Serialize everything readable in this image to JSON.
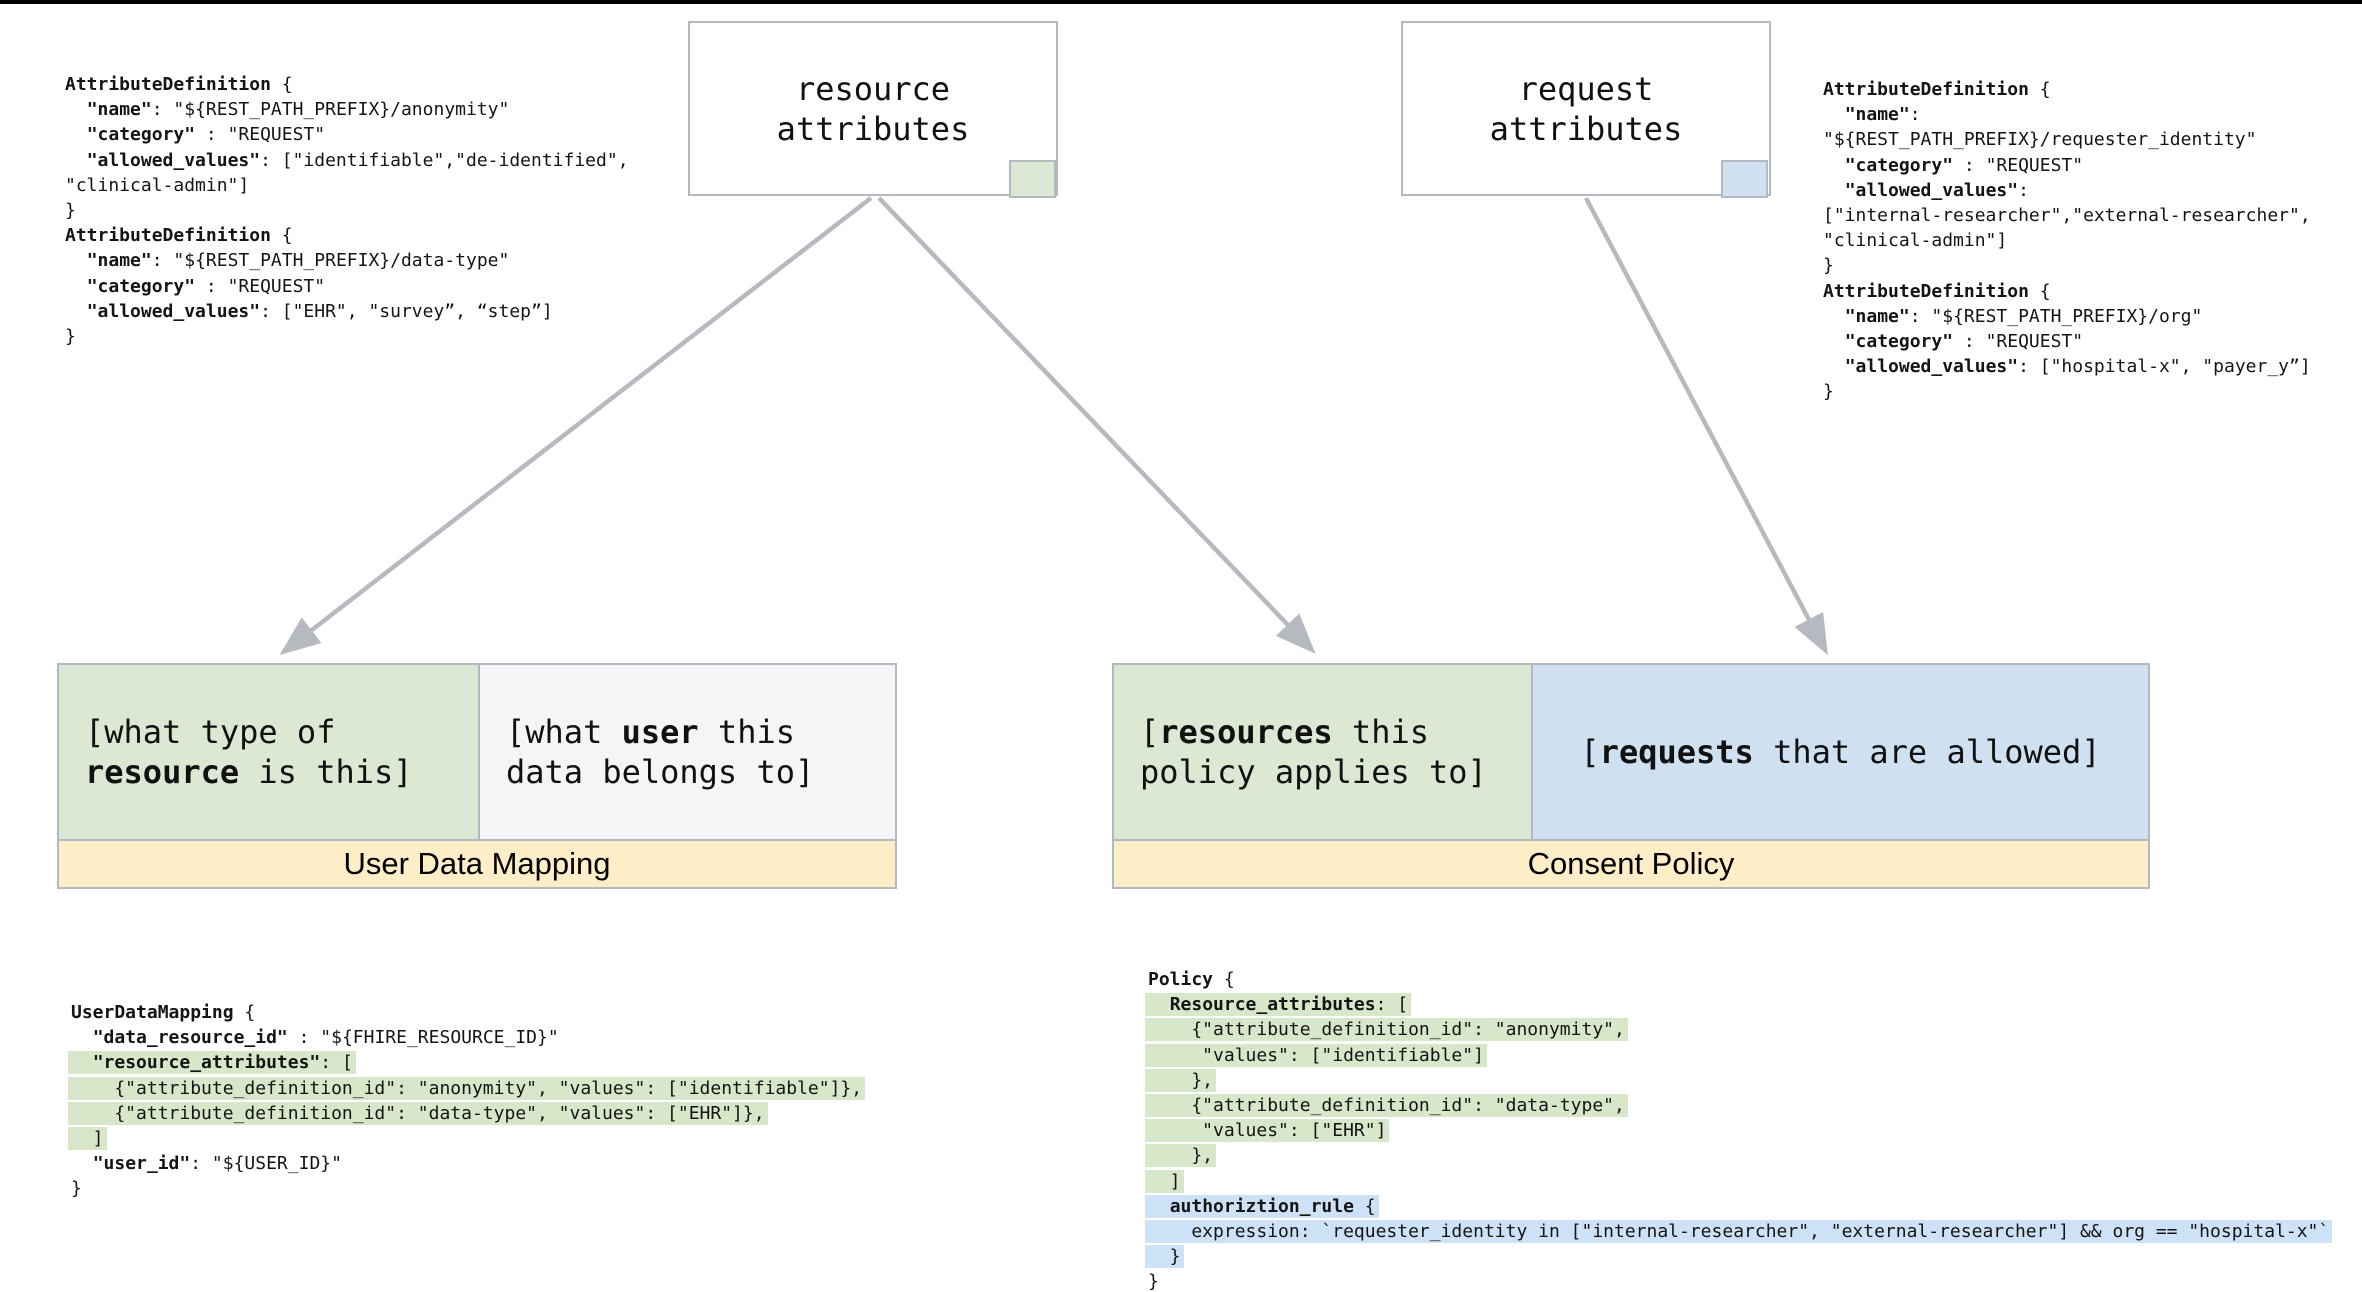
{
  "page": {
    "background": "#ffffff",
    "top_border_color": "#000000"
  },
  "colors": {
    "green_fill": "#dce8d3",
    "blue_fill": "#cfe0f0",
    "yellow_fill": "#fdeec8",
    "white_cell_fill": "#f3f5f7",
    "highlight_green": "#d8e6c9",
    "highlight_blue": "#cde2f6",
    "border_gray": "#b3b9c0",
    "arrow_gray": "#b6bac0"
  },
  "nodes": {
    "resource_attributes": {
      "label": {
        "lines": [
          {
            "parts": [
              {
                "t": "resource"
              }
            ]
          },
          {
            "parts": [
              {
                "t": "attributes"
              }
            ]
          }
        ]
      },
      "corner_color": "#dce8d3"
    },
    "request_attributes": {
      "label": {
        "lines": [
          {
            "parts": [
              {
                "t": "request"
              }
            ]
          },
          {
            "parts": [
              {
                "t": "attributes"
              }
            ]
          }
        ]
      },
      "corner_color": "#cfe0f0"
    }
  },
  "annotations": {
    "attr_def_left": {
      "lines": [
        {
          "parts": [
            {
              "t": "AttributeDefinition",
              "b": true
            },
            {
              "t": " {"
            }
          ]
        },
        {
          "parts": [
            {
              "t": "  "
            },
            {
              "t": "\"name\"",
              "b": true
            },
            {
              "t": ": \"${REST_PATH_PREFIX}/anonymity\""
            }
          ]
        },
        {
          "parts": [
            {
              "t": "  "
            },
            {
              "t": "\"category\"",
              "b": true
            },
            {
              "t": " : \"REQUEST\""
            }
          ]
        },
        {
          "parts": [
            {
              "t": "  "
            },
            {
              "t": "\"allowed_values\"",
              "b": true
            },
            {
              "t": ": [\"identifiable\",\"de-identified\","
            }
          ]
        },
        {
          "parts": [
            {
              "t": "\"clinical-admin\"]"
            }
          ]
        },
        {
          "parts": [
            {
              "t": "}"
            }
          ]
        },
        {
          "parts": [
            {
              "t": "AttributeDefinition",
              "b": true
            },
            {
              "t": " {"
            }
          ]
        },
        {
          "parts": [
            {
              "t": "  "
            },
            {
              "t": "\"name\"",
              "b": true
            },
            {
              "t": ": \"${REST_PATH_PREFIX}/data-type\""
            }
          ]
        },
        {
          "parts": [
            {
              "t": "  "
            },
            {
              "t": "\"category\"",
              "b": true
            },
            {
              "t": " : \"REQUEST\""
            }
          ]
        },
        {
          "parts": [
            {
              "t": "  "
            },
            {
              "t": "\"allowed_values\"",
              "b": true
            },
            {
              "t": ": [\"EHR\", \"survey”, “step”]"
            }
          ]
        },
        {
          "parts": [
            {
              "t": "}"
            }
          ]
        }
      ]
    },
    "attr_def_right": {
      "lines": [
        {
          "parts": [
            {
              "t": "AttributeDefinition",
              "b": true
            },
            {
              "t": " {"
            }
          ]
        },
        {
          "parts": [
            {
              "t": "  "
            },
            {
              "t": "\"name\"",
              "b": true
            },
            {
              "t": ":"
            }
          ]
        },
        {
          "parts": [
            {
              "t": "\"${REST_PATH_PREFIX}/requester_identity\""
            }
          ]
        },
        {
          "parts": [
            {
              "t": "  "
            },
            {
              "t": "\"category\"",
              "b": true
            },
            {
              "t": " : \"REQUEST\""
            }
          ]
        },
        {
          "parts": [
            {
              "t": "  "
            },
            {
              "t": "\"allowed_values\"",
              "b": true
            },
            {
              "t": ":"
            }
          ]
        },
        {
          "parts": [
            {
              "t": "[\"internal-researcher\",\"external-researcher\","
            }
          ]
        },
        {
          "parts": [
            {
              "t": "\"clinical-admin\"]"
            }
          ]
        },
        {
          "parts": [
            {
              "t": "}"
            }
          ]
        },
        {
          "parts": [
            {
              "t": "AttributeDefinition",
              "b": true
            },
            {
              "t": " {"
            }
          ]
        },
        {
          "parts": [
            {
              "t": "  "
            },
            {
              "t": "\"name\"",
              "b": true
            },
            {
              "t": ": \"${REST_PATH_PREFIX}/org\""
            }
          ]
        },
        {
          "parts": [
            {
              "t": "  "
            },
            {
              "t": "\"category\"",
              "b": true
            },
            {
              "t": " : \"REQUEST\""
            }
          ]
        },
        {
          "parts": [
            {
              "t": "  "
            },
            {
              "t": "\"allowed_values\"",
              "b": true
            },
            {
              "t": ": [\"hospital-x\", \"payer_y”]"
            }
          ]
        },
        {
          "parts": [
            {
              "t": "}"
            }
          ]
        }
      ]
    }
  },
  "panels": {
    "user_data_mapping": {
      "caption": "User Data Mapping",
      "resource_cell": {
        "lines": [
          {
            "parts": [
              {
                "t": "[what type of"
              }
            ]
          },
          {
            "parts": [
              {
                "t": "resource",
                "b": true
              },
              {
                "t": " is this]"
              }
            ]
          }
        ]
      },
      "user_cell": {
        "lines": [
          {
            "parts": [
              {
                "t": "[what "
              },
              {
                "t": "user",
                "b": true
              },
              {
                "t": " this"
              }
            ]
          },
          {
            "parts": [
              {
                "t": "data belongs to]"
              }
            ]
          }
        ]
      }
    },
    "consent_policy": {
      "caption": "Consent Policy",
      "resources_cell": {
        "lines": [
          {
            "parts": [
              {
                "t": "["
              },
              {
                "t": "resources",
                "b": true
              },
              {
                "t": " this"
              }
            ]
          },
          {
            "parts": [
              {
                "t": "policy applies to]"
              }
            ]
          }
        ]
      },
      "requests_cell": {
        "lines": [
          {
            "parts": [
              {
                "t": "["
              },
              {
                "t": "requests",
                "b": true
              },
              {
                "t": " that are allowed]"
              }
            ]
          }
        ]
      }
    }
  },
  "code_blocks": {
    "user_data_mapping": {
      "lines": [
        {
          "parts": [
            {
              "t": "UserDataMapping",
              "b": true
            },
            {
              "t": " {"
            }
          ]
        },
        {
          "parts": [
            {
              "t": "  "
            },
            {
              "t": "\"data_resource_id\"",
              "b": true
            },
            {
              "t": " : \"${FHIRE_RESOURCE_ID}\""
            }
          ]
        },
        {
          "hl": "green",
          "parts": [
            {
              "t": "  "
            },
            {
              "t": "\"resource_attributes\"",
              "b": true
            },
            {
              "t": ": ["
            }
          ]
        },
        {
          "hl": "green",
          "parts": [
            {
              "t": "    {\"attribute_definition_id\": \"anonymity\", \"values\": [\"identifiable\"]},"
            }
          ]
        },
        {
          "hl": "green",
          "parts": [
            {
              "t": "    {\"attribute_definition_id\": \"data-type\", \"values\": [\"EHR\"]},"
            }
          ]
        },
        {
          "hl": "green",
          "parts": [
            {
              "t": "  ]"
            }
          ]
        },
        {
          "parts": [
            {
              "t": "  "
            },
            {
              "t": "\"user_id\"",
              "b": true
            },
            {
              "t": ": \"${USER_ID}\""
            }
          ]
        },
        {
          "parts": [
            {
              "t": "}"
            }
          ]
        }
      ]
    },
    "policy": {
      "lines": [
        {
          "parts": [
            {
              "t": "Policy",
              "b": true
            },
            {
              "t": " {"
            }
          ]
        },
        {
          "hl": "green",
          "parts": [
            {
              "t": "  "
            },
            {
              "t": "Resource_attributes",
              "b": true
            },
            {
              "t": ": ["
            }
          ]
        },
        {
          "hl": "green",
          "parts": [
            {
              "t": "    {\"attribute_definition_id\": \"anonymity\","
            }
          ]
        },
        {
          "hl": "green",
          "parts": [
            {
              "t": "     \"values\": [\"identifiable\"]"
            }
          ]
        },
        {
          "hl": "green",
          "parts": [
            {
              "t": "    },"
            }
          ]
        },
        {
          "hl": "green",
          "parts": [
            {
              "t": "    {\"attribute_definition_id\": \"data-type\","
            }
          ]
        },
        {
          "hl": "green",
          "parts": [
            {
              "t": "     \"values\": [\"EHR\"]"
            }
          ]
        },
        {
          "hl": "green",
          "parts": [
            {
              "t": "    },"
            }
          ]
        },
        {
          "hl": "green",
          "parts": [
            {
              "t": "  ]"
            }
          ]
        },
        {
          "hl": "blue",
          "parts": [
            {
              "t": "  "
            },
            {
              "t": "authoriztion_rule",
              "b": true
            },
            {
              "t": " {"
            }
          ]
        },
        {
          "hl": "blue",
          "parts": [
            {
              "t": "    expression: `requester_identity in [\"internal-researcher\", \"external-researcher\"] && org == \"hospital-x\"`"
            }
          ]
        },
        {
          "hl": "blue",
          "parts": [
            {
              "t": "  }"
            }
          ]
        },
        {
          "parts": [
            {
              "t": "}"
            }
          ]
        }
      ]
    }
  },
  "connectors": [
    {
      "from": "resource-attributes-box",
      "to": "user-data-mapping-resource-cell"
    },
    {
      "from": "resource-attributes-box",
      "to": "consent-policy-resources-cell"
    },
    {
      "from": "request-attributes-box",
      "to": "consent-policy-requests-cell"
    }
  ]
}
